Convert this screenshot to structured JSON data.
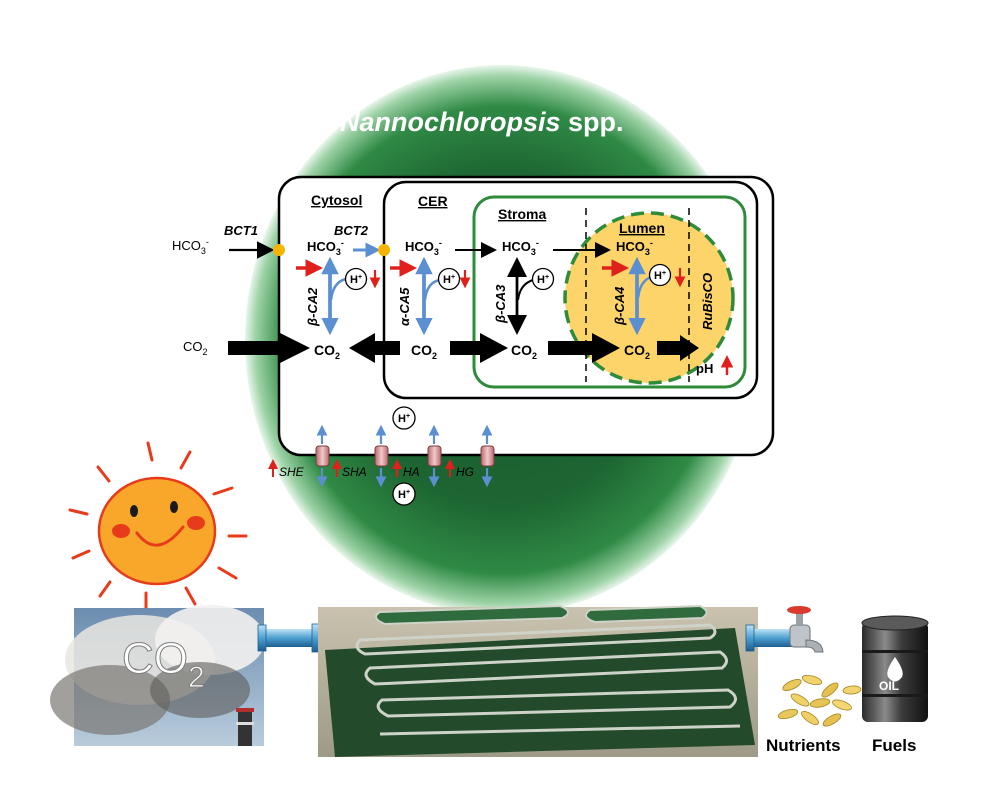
{
  "title": {
    "genus": "Nannochloropsis",
    "suffix": " spp."
  },
  "compartments": {
    "cytosol": "Cytosol",
    "cer": "CER",
    "stroma": "Stroma",
    "lumen": "Lumen"
  },
  "transporters": {
    "bct1": "BCT1",
    "bct2": "BCT2"
  },
  "enzymes": {
    "ca2": "β-CA2",
    "ca5": "α-CA5",
    "ca3": "β-CA3",
    "ca4": "β-CA4",
    "rubisco": "RuBisCO"
  },
  "species": {
    "hco3": "HCO",
    "hco3_sub": "3",
    "hco3_sup": "-",
    "co2": "CO",
    "co2_sub": "2",
    "proton": "H",
    "proton_sup": "+",
    "ph": "pH"
  },
  "channels": {
    "she": "SHE",
    "sha": "SHA",
    "ha": "HA",
    "hg": "HG"
  },
  "big_co2": {
    "main": "CO",
    "sub": "2"
  },
  "products": {
    "nutrients": "Nutrients",
    "fuels": "Fuels",
    "oil": "OIL"
  },
  "colors": {
    "cell_green": "#1f6b36",
    "stroma_green": "#2e8b3a",
    "lumen_yellow": "#fcd46a",
    "enzyme_arrow": "#5b8fd1",
    "red_arrow": "#e0201b",
    "transporter_dot": "#f4b400"
  }
}
